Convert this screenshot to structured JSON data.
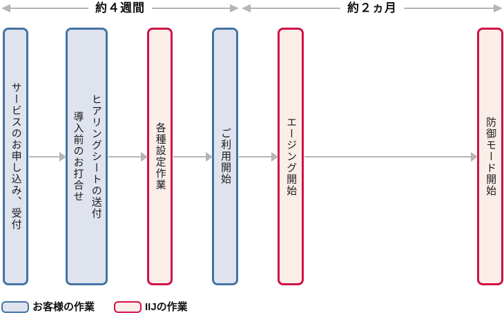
{
  "timeline": {
    "phase1": {
      "label": "約４週間"
    },
    "phase2": {
      "label": "約２ヵ月"
    }
  },
  "steps": [
    {
      "label": "サービスのお申し込み、受付",
      "owner": "customer"
    },
    {
      "label": "ヒアリングシートの送付\n導入前のお打合せ",
      "owner": "customer"
    },
    {
      "label": "各種設定作業",
      "owner": "iij"
    },
    {
      "label": "ご利用開始",
      "owner": "customer"
    },
    {
      "label": "エージング開始",
      "owner": "iij"
    },
    {
      "label": "防御モード開始",
      "owner": "iij"
    }
  ],
  "legend": {
    "customer": {
      "label": "お客様の作業"
    },
    "iij": {
      "label": "IIJの作業"
    }
  },
  "colors": {
    "customer-border": "#4273a3",
    "customer-fill": "#dfe3ee",
    "iij-border": "#d20f45",
    "iij-fill": "#fbeee9",
    "arrow": "#b5b5b5",
    "text": "#111111"
  }
}
